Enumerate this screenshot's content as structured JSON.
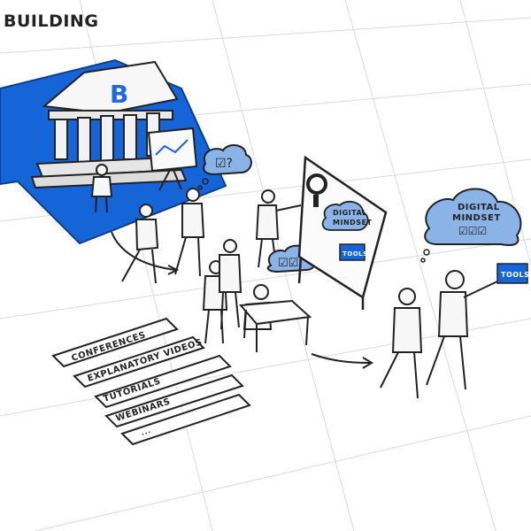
{
  "header": {
    "title": "BUILDING"
  },
  "building": {
    "letter": "B"
  },
  "thoughts": {
    "small_cloud": "☑?",
    "group_cloud": "☑☑",
    "big_cloud": {
      "line1": "DIGITAL",
      "line2": "MINDSET",
      "checks": "☑☑☑"
    }
  },
  "board": {
    "cloud": {
      "line1": "DIGITAL",
      "line2": "MINDSET"
    },
    "tools_card": "TOOLS"
  },
  "held_card": "TOOLS",
  "formats": {
    "items": [
      {
        "label": "CONFERENCES"
      },
      {
        "label": "EXPLANATORY VIDEOS"
      },
      {
        "label": "TUTORIALS"
      },
      {
        "label": "WEBINARS"
      },
      {
        "label": "..."
      }
    ]
  },
  "colors": {
    "accent": "#1565d8",
    "cloud": "#8ab4e8",
    "ink": "#222222",
    "grid": "#d9d9d9"
  }
}
